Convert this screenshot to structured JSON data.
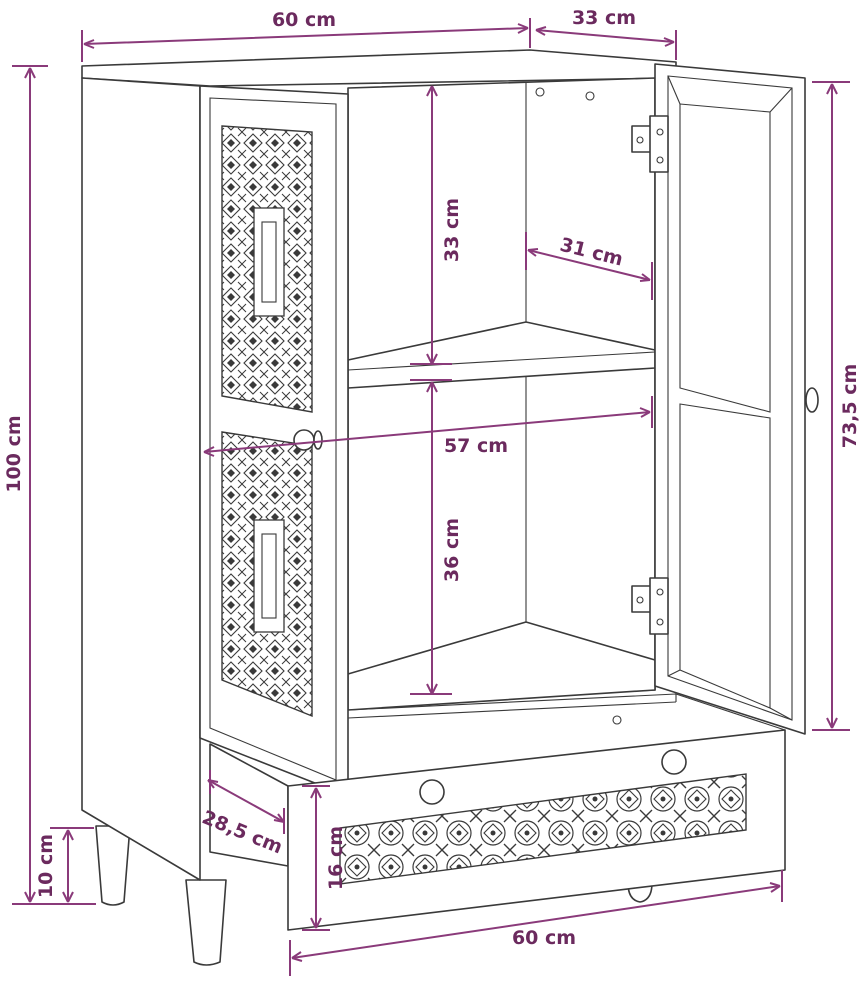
{
  "figure": {
    "colors": {
      "dimension": "#8a3a7a",
      "dimension_text": "#6b2a5e",
      "outline": "#3a3a3a",
      "background": "#ffffff"
    },
    "dimensions": {
      "top_width": "60 cm",
      "top_depth": "33 cm",
      "total_height": "100 cm",
      "door_height": "73,5 cm",
      "upper_shelf_height": "33 cm",
      "inner_depth": "31 cm",
      "inner_width": "57 cm",
      "lower_shelf_height": "36 cm",
      "drawer_depth": "28,5 cm",
      "leg_height": "10 cm",
      "drawer_height": "16 cm",
      "drawer_width": "60 cm"
    }
  }
}
